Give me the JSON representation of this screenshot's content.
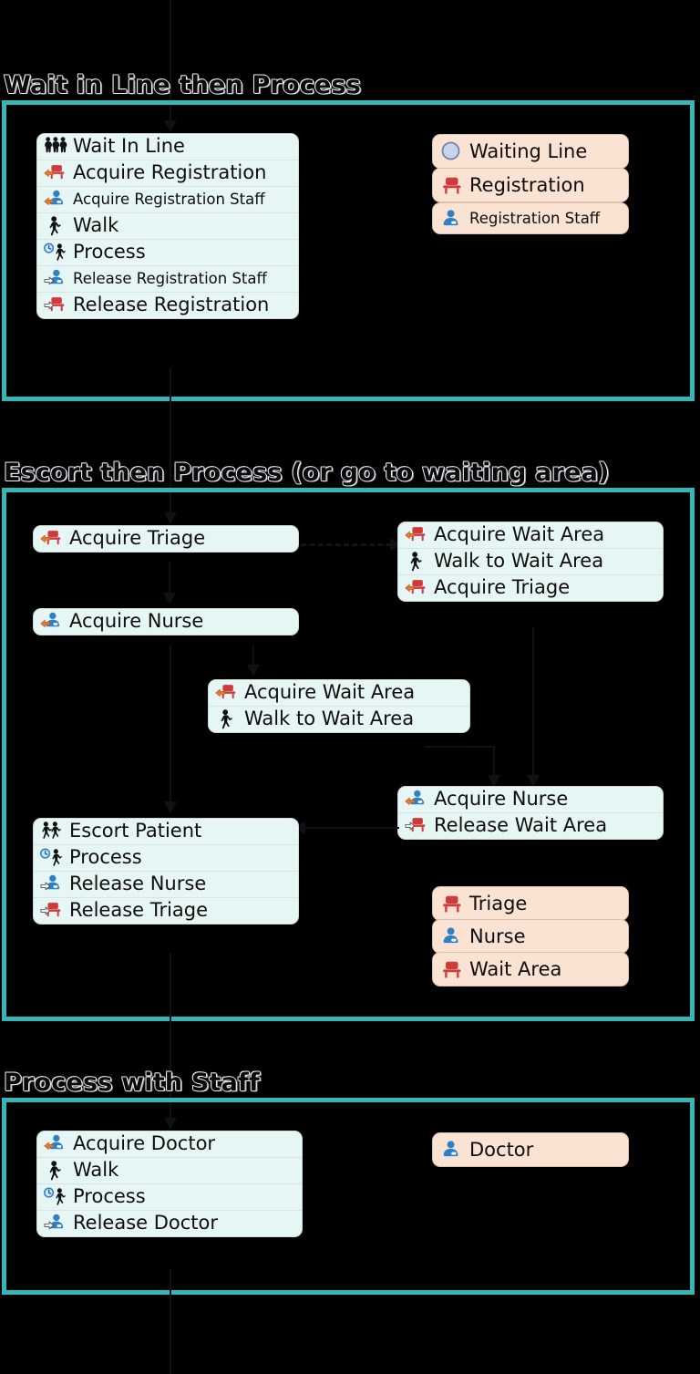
{
  "theme": {
    "background": "#000000",
    "section_border": "#35b7b7",
    "node_fill": "#e6f6f4",
    "resource_fill": "#fae3d2",
    "icon_red": "#cf3b3b",
    "icon_blue": "#2f7fc4",
    "icon_orange": "#e8762c",
    "text": "#0d0d0d"
  },
  "sections": [
    {
      "id": "wait-in-line-then-process",
      "title": "Wait in Line then Process",
      "activity_block": {
        "name": "wait-in-line-activity-block",
        "rows": [
          {
            "icon": "queue-people-icon",
            "label": "Wait In Line",
            "size": "large"
          },
          {
            "icon": "acquire-seat-icon",
            "label": "Acquire Registration",
            "size": "large"
          },
          {
            "icon": "acquire-staff-icon",
            "label": "Acquire Registration Staff",
            "size": "small"
          },
          {
            "icon": "walk-icon",
            "label": "Walk",
            "size": "large"
          },
          {
            "icon": "process-clock-icon",
            "label": "Process",
            "size": "large"
          },
          {
            "icon": "release-staff-icon",
            "label": "Release Registration Staff",
            "size": "small"
          },
          {
            "icon": "release-seat-icon",
            "label": "Release Registration",
            "size": "large"
          }
        ]
      },
      "resources": [
        {
          "icon": "waiting-line-circle-icon",
          "label": "Waiting Line",
          "size": "large"
        },
        {
          "icon": "seat-icon",
          "label": "Registration",
          "size": "large"
        },
        {
          "icon": "staff-icon",
          "label": "Registration Staff",
          "size": "small"
        }
      ]
    },
    {
      "id": "escort-then-process",
      "title": "Escort then Process (or go to waiting area)",
      "blocks": [
        {
          "name": "acquire-triage-block",
          "rows": [
            {
              "icon": "acquire-seat-icon",
              "label": "Acquire Triage",
              "size": "large"
            }
          ]
        },
        {
          "name": "acquire-nurse-block",
          "rows": [
            {
              "icon": "acquire-staff-icon",
              "label": "Acquire Nurse",
              "size": "large"
            }
          ]
        },
        {
          "name": "wait-area-branch-block",
          "rows": [
            {
              "icon": "acquire-seat-icon",
              "label": "Acquire Wait Area",
              "size": "large"
            },
            {
              "icon": "walk-icon",
              "label": "Walk to Wait Area",
              "size": "large"
            },
            {
              "icon": "acquire-seat-icon",
              "label": "Acquire Triage",
              "size": "large"
            }
          ]
        },
        {
          "name": "wait-area-middle-block",
          "rows": [
            {
              "icon": "acquire-seat-icon",
              "label": "Acquire Wait Area",
              "size": "large"
            },
            {
              "icon": "walk-icon",
              "label": "Walk to Wait Area",
              "size": "large"
            }
          ]
        },
        {
          "name": "acquire-nurse-release-wait-block",
          "rows": [
            {
              "icon": "acquire-staff-icon",
              "label": "Acquire Nurse",
              "size": "large"
            },
            {
              "icon": "release-seat-icon",
              "label": "Release Wait Area",
              "size": "large"
            }
          ]
        },
        {
          "name": "escort-patient-block",
          "rows": [
            {
              "icon": "escort-people-icon",
              "label": "Escort Patient",
              "size": "large"
            },
            {
              "icon": "process-clock-icon",
              "label": "Process",
              "size": "large"
            },
            {
              "icon": "release-staff-icon",
              "label": "Release Nurse",
              "size": "large"
            },
            {
              "icon": "release-seat-icon",
              "label": "Release Triage",
              "size": "large"
            }
          ]
        }
      ],
      "resources": [
        {
          "icon": "seat-icon",
          "label": "Triage",
          "size": "large"
        },
        {
          "icon": "staff-icon",
          "label": "Nurse",
          "size": "large"
        },
        {
          "icon": "seat-icon",
          "label": "Wait Area",
          "size": "large"
        }
      ]
    },
    {
      "id": "process-with-staff",
      "title": "Process with Staff",
      "activity_block": {
        "name": "process-with-staff-block",
        "rows": [
          {
            "icon": "acquire-staff-icon",
            "label": "Acquire Doctor",
            "size": "large"
          },
          {
            "icon": "walk-icon",
            "label": "Walk",
            "size": "large"
          },
          {
            "icon": "process-clock-icon",
            "label": "Process",
            "size": "large"
          },
          {
            "icon": "release-staff-icon",
            "label": "Release Doctor",
            "size": "large"
          }
        ]
      },
      "resources": [
        {
          "icon": "staff-icon",
          "label": "Doctor",
          "size": "large"
        }
      ]
    }
  ]
}
